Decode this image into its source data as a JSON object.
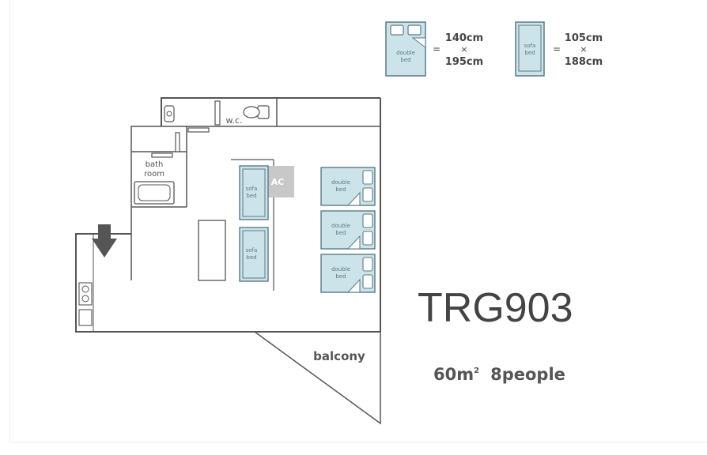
{
  "legend": {
    "double_bed": {
      "line1": "double",
      "line2": "bed",
      "eq": "=",
      "w": "140cm",
      "x": "×",
      "h": "195cm"
    },
    "sofa_bed": {
      "line1": "sofa",
      "line2": "bed",
      "eq": "=",
      "w": "105cm",
      "x": "×",
      "h": "188cm"
    }
  },
  "rooms": {
    "wc": "w.c.",
    "bath_line1": "bath",
    "bath_line2": "room",
    "ac": "AC",
    "balcony": "balcony"
  },
  "beds": {
    "sofa_line1": "sofa",
    "sofa_line2": "bed",
    "double_line1": "double",
    "double_line2": "bed"
  },
  "listing": {
    "code": "TRG903",
    "area_num": "60",
    "area_unit": "m",
    "area_sup": "2",
    "people": "8people"
  },
  "colors": {
    "wall": "#555555",
    "bed_fill": "#cde3ea",
    "bed_stroke": "#5a7a85",
    "ac_fill": "#c8c8c8",
    "arrow": "#555555"
  }
}
